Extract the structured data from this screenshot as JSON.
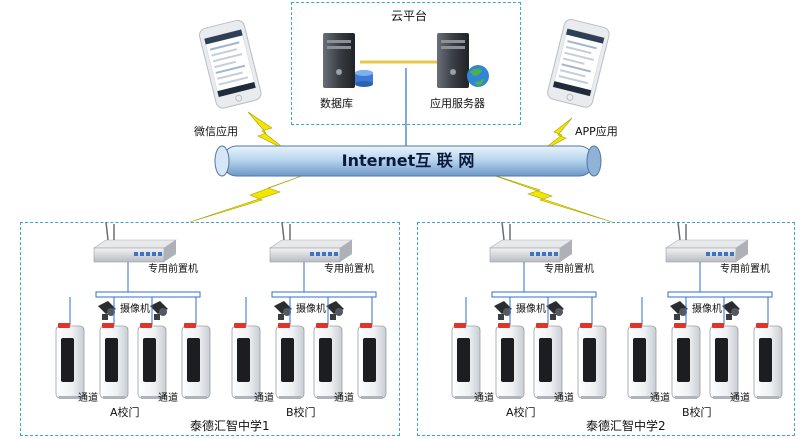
{
  "cloud": {
    "title": "云平台",
    "database": "数据库",
    "app_server": "应用服务器"
  },
  "clients": {
    "wechat": "微信应用",
    "app": "APP应用"
  },
  "internet": "Internet互 联 网",
  "sites": [
    {
      "name": "泰德汇智中学1",
      "gates": [
        {
          "name": "A校门",
          "device": "专用前置机",
          "camera": "摄像机",
          "lane": "通道"
        },
        {
          "name": "B校门",
          "device": "专用前置机",
          "camera": "摄像机",
          "lane": "通道"
        }
      ]
    },
    {
      "name": "泰德汇智中学2",
      "gates": [
        {
          "name": "A校门",
          "device": "专用前置机",
          "camera": "摄像机",
          "lane": "通道"
        },
        {
          "name": "B校门",
          "device": "专用前置机",
          "camera": "摄像机",
          "lane": "通道"
        }
      ]
    }
  ],
  "colors": {
    "frame": "#3aa6c8",
    "pipe": "#a9cbe8",
    "lightning": "#f2e600",
    "link": "#e8c84a",
    "network_line": "#2f6fd0"
  }
}
